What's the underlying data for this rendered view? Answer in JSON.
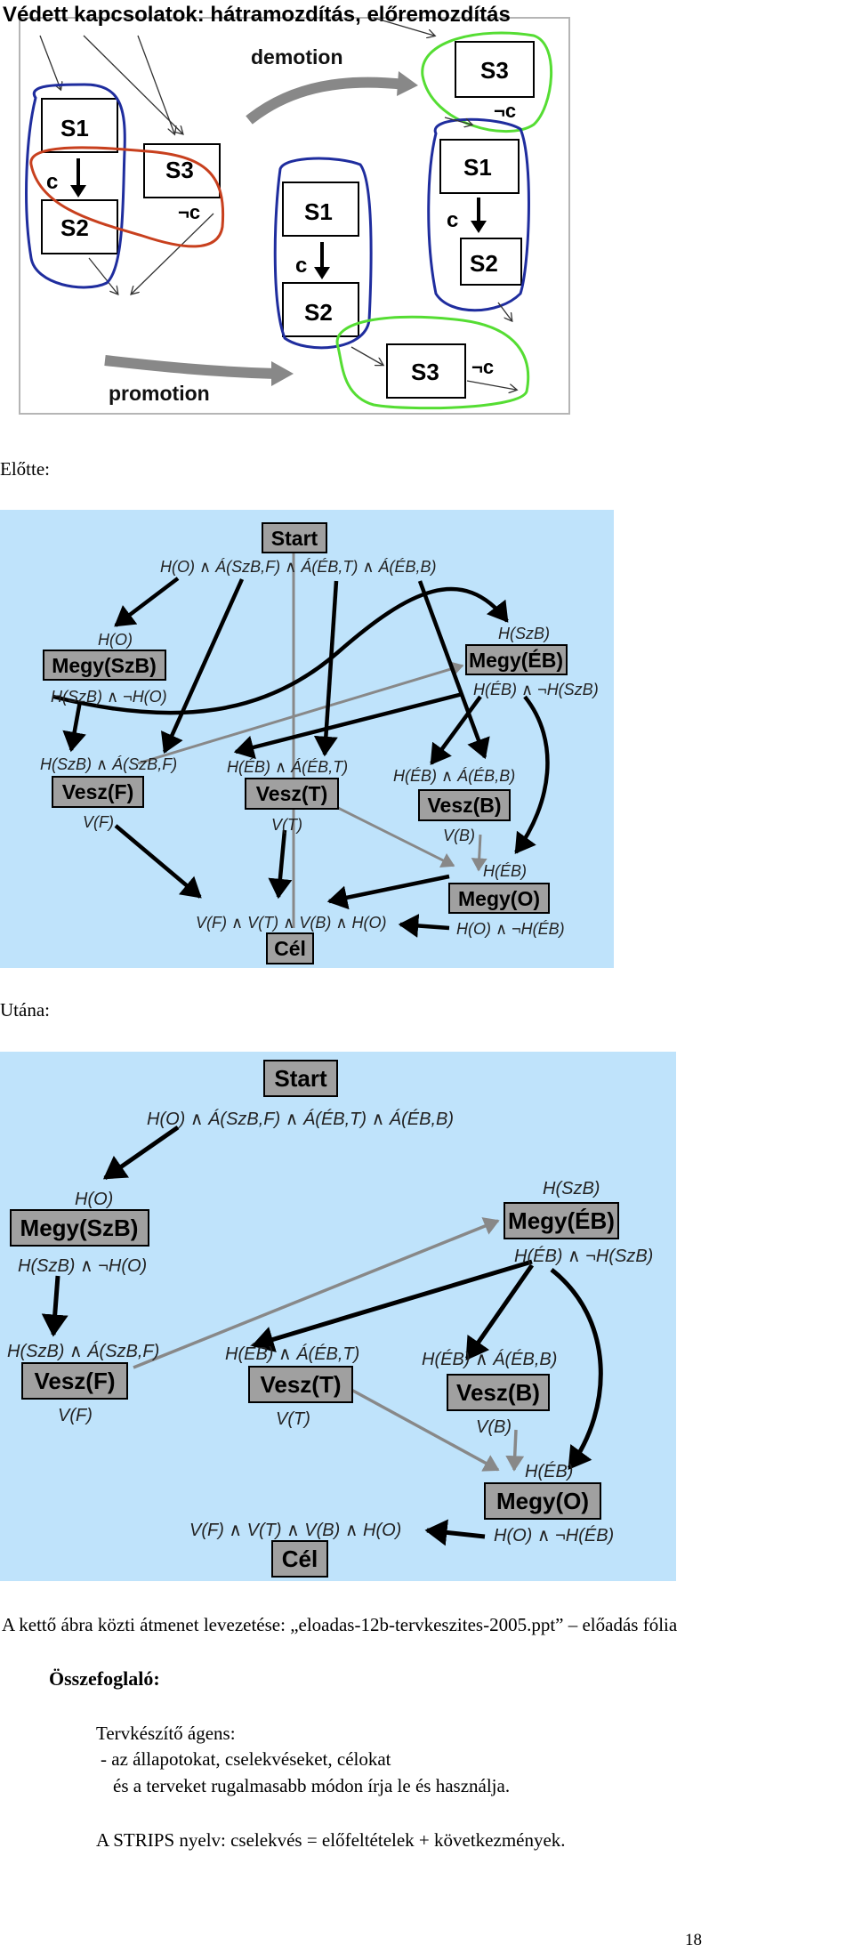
{
  "fig1": {
    "title": "Védett kapcsolatok: hátramozdítás, előremozdítás",
    "demotion_label": "demotion",
    "promotion_label": "promotion",
    "s1": "S1",
    "s2": "S2",
    "s3": "S3",
    "c": "c",
    "not_c": "¬c",
    "colors": {
      "blue": "#1f2d9e",
      "red": "#c8401e",
      "green": "#55dd33",
      "arrow_gray": "#888888"
    }
  },
  "before_label": "Előtte:",
  "after_label": "Utána:",
  "plan": {
    "start": "Start",
    "start_effects": "H(O) ∧ Á(SzB,F) ∧ Á(ÉB,T) ∧ Á(ÉB,B)",
    "megy_szb_pre": "H(O)",
    "megy_szb": "Megy(SzB)",
    "megy_szb_post": "H(SzB) ∧ ¬H(O)",
    "megy_eb_pre": "H(SzB)",
    "megy_eb": "Megy(ÉB)",
    "megy_eb_post": "H(ÉB) ∧ ¬H(SzB)",
    "vesz_f_pre": "H(SzB) ∧ Á(SzB,F)",
    "vesz_f": "Vesz(F)",
    "vesz_f_post": "V(F)",
    "vesz_t_pre": "H(ÉB) ∧ Á(ÉB,T)",
    "vesz_t": "Vesz(T)",
    "vesz_t_post": "V(T)",
    "vesz_b_pre": "H(ÉB) ∧ Á(ÉB,B)",
    "vesz_b": "Vesz(B)",
    "vesz_b_post": "V(B)",
    "megy_o_pre": "H(ÉB)",
    "megy_o": "Megy(O)",
    "megy_o_post": "H(O) ∧ ¬H(ÉB)",
    "cel_pre": "V(F) ∧ V(T) ∧ V(B) ∧ H(O)",
    "cel": "Cél",
    "colors": {
      "background": "#bfe3fb",
      "box": "#a0a0a0",
      "arrow": "#000000",
      "threat_arrow": "#888888"
    }
  },
  "transition_text": "A kettő ábra közti átmenet levezetése: „eloadas-12b-tervkeszites-2005.ppt” – előadás fólia",
  "summary_heading": "Összefoglaló:",
  "summary_lines": [
    "Tervkészítő ágens:",
    "- az állapotokat, cselekvéseket, célokat",
    "és a terveket rugalmasabb módon írja le és használja.",
    "A STRIPS nyelv: cselekvés = előfeltételek + következmények."
  ],
  "page_number": "18"
}
